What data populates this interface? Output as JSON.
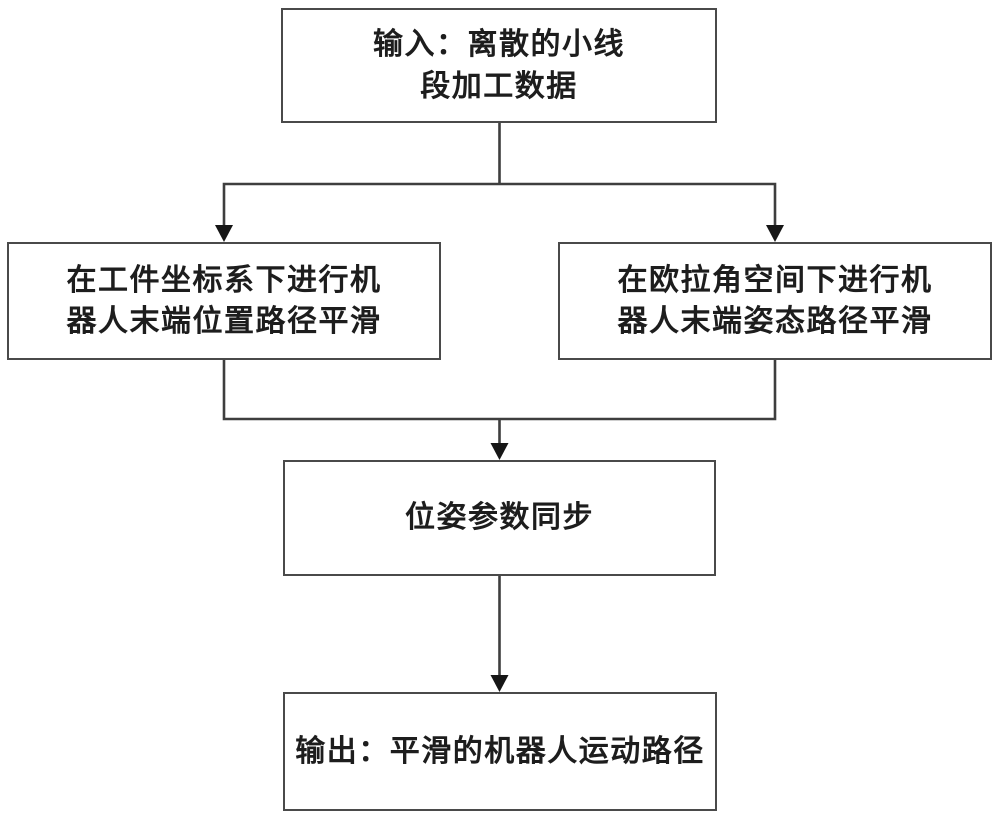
{
  "flowchart": {
    "nodes": {
      "input": "输入：离散的小线\n段加工数据",
      "position": "在工件坐标系下进行机\n器人末端位置路径平滑",
      "orientation": "在欧拉角空间下进行机\n器人末端姿态路径平滑",
      "sync": "位姿参数同步",
      "output": "输出：平滑的机器人运动路径"
    },
    "colors": {
      "line": "#3e3e3e",
      "arrow": "#161616",
      "box_border": "#4a4a4a",
      "text": "#1d1d1d",
      "background": "#ffffff"
    }
  }
}
